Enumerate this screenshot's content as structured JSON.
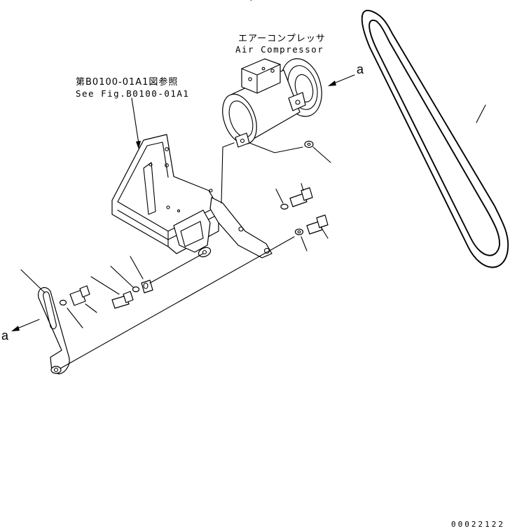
{
  "labels": {
    "compressor_jp": "エアーコンプレッサ",
    "compressor_en": "Air Compressor",
    "reference_jp": "第B0100-01A1図参照",
    "reference_en": "See Fig.B0100-01A1",
    "view_arrow_upper": "a",
    "view_arrow_lower": "a",
    "figure_code": "00022122"
  }
}
